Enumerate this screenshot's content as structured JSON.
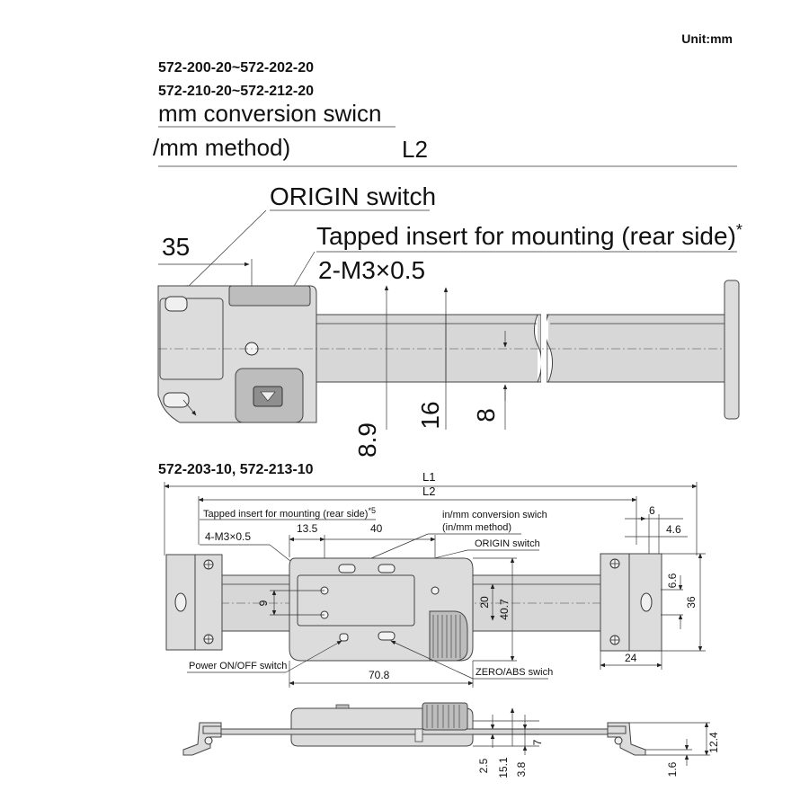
{
  "unit_label": "Unit:mm",
  "section1": {
    "model_line1": "572-200-20~572-202-20",
    "model_line2": "572-210-20~572-212-20",
    "conv_label": "mm conversion swicn",
    "conv_method": "/mm method)",
    "l2": "L2",
    "origin_label": "ORIGIN switch",
    "tapped_label": "Tapped insert for mounting (rear side)",
    "tapped_mark": "*",
    "thread_label": "2-M3×0.5",
    "dim_35": "35",
    "dim_89": "8.9",
    "dim_16": "16",
    "dim_8": "8"
  },
  "section2": {
    "model_title": "572-203-10, 572-213-10",
    "l1": "L1",
    "l2": "L2",
    "tapped_label": "Tapped insert for mounting (rear side)",
    "tapped_mark": "*5",
    "thread_label": "4-M3×0.5",
    "dim_135": "13.5",
    "dim_40": "40",
    "conv_label": "in/mm conversion swich",
    "conv_method": "(in/mm method)",
    "origin_label": "ORIGIN switch",
    "dim_6": "6",
    "dim_46": "4.6",
    "dim_66": "6.6",
    "dim_36": "36",
    "dim_9": "9",
    "dim_20": "20",
    "dim_407": "40.7",
    "dim_24": "24",
    "power_label": "Power ON/OFF switch",
    "dim_708": "70.8",
    "zero_label": "ZERO/ABS swich"
  },
  "section3": {
    "dim_25": "2.5",
    "dim_151": "15.1",
    "dim_38": "3.8",
    "dim_7": "7",
    "dim_16": "1.6",
    "dim_124": "12.4"
  }
}
